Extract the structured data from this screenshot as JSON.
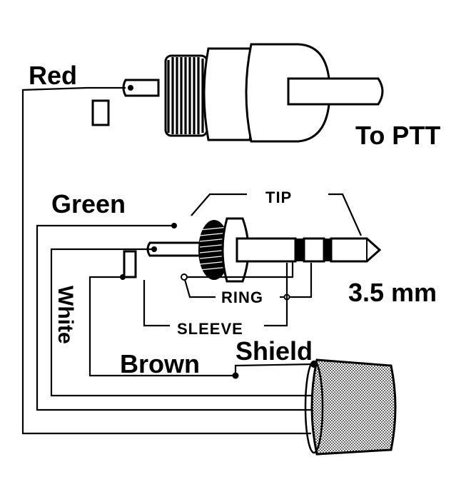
{
  "labels": {
    "red": "Red",
    "to_ptt": "To PTT",
    "green": "Green",
    "tip": "TIP",
    "ring": "RING",
    "size": "3.5 mm",
    "white": "White",
    "sleeve": "SLEEVE",
    "shield": "Shield",
    "brown": "Brown"
  }
}
